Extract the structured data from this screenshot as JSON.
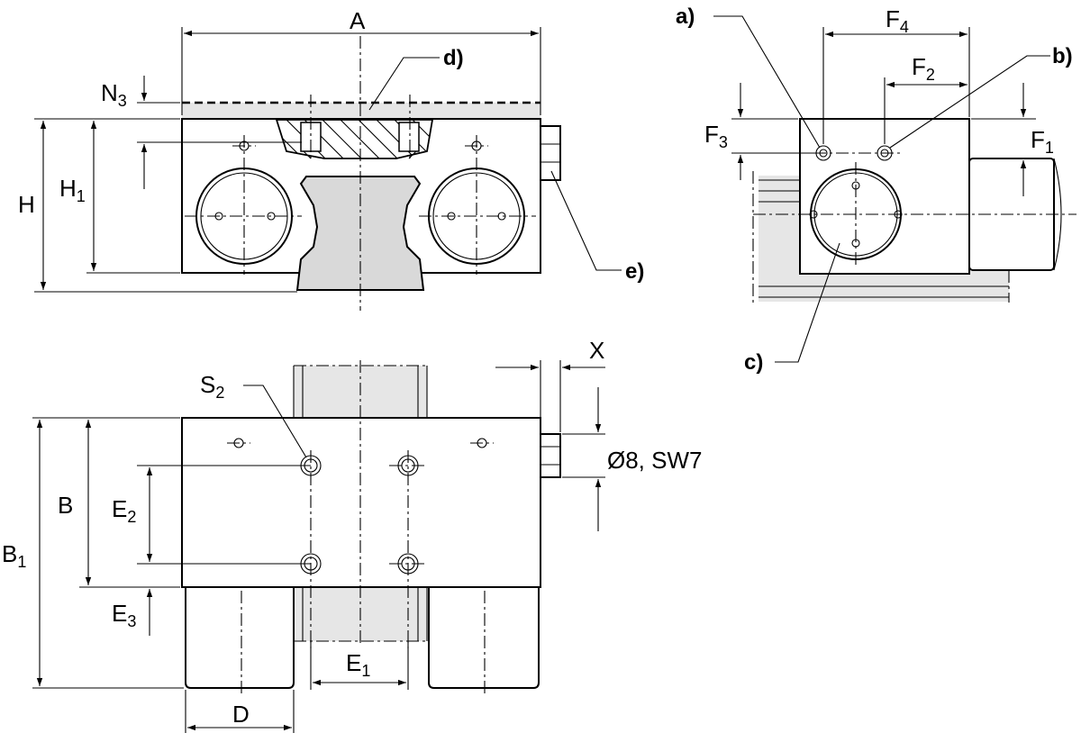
{
  "labels": {
    "A": "A",
    "H": "H",
    "H1_main": "H",
    "H1_sub": "1",
    "N3_main": "N",
    "N3_sub": "3",
    "B": "B",
    "B1_main": "B",
    "B1_sub": "1",
    "E1_main": "E",
    "E1_sub": "1",
    "E2_main": "E",
    "E2_sub": "2",
    "E3_main": "E",
    "E3_sub": "3",
    "D": "D",
    "S2_main": "S",
    "S2_sub": "2",
    "X": "X",
    "F1_main": "F",
    "F1_sub": "1",
    "F2_main": "F",
    "F2_sub": "2",
    "F3_main": "F",
    "F3_sub": "3",
    "F4_main": "F",
    "F4_sub": "4",
    "lube": "Ø8, SW7"
  },
  "callouts": {
    "a": "a)",
    "b": "b)",
    "c": "c)",
    "d": "d)",
    "e": "e)"
  }
}
